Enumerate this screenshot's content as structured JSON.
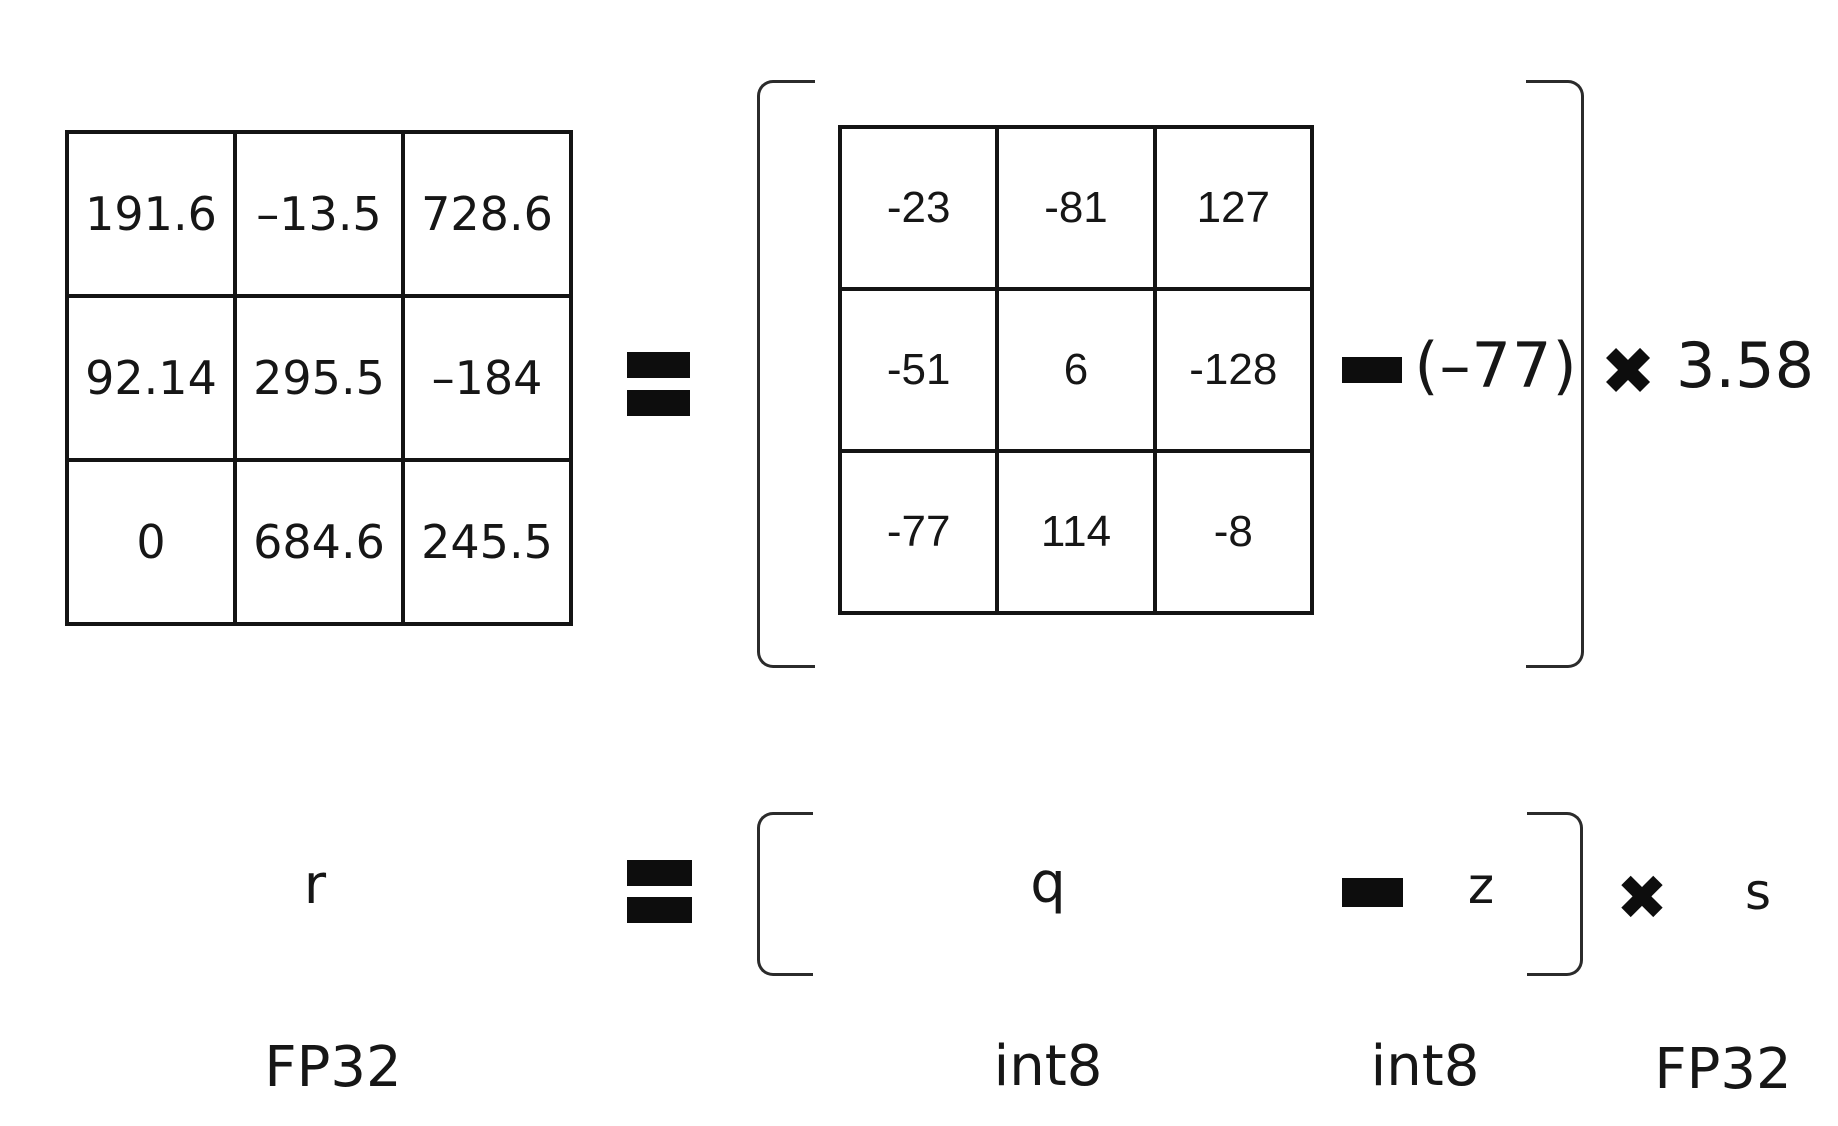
{
  "matrices": {
    "fp32": {
      "rows": [
        [
          "191.6",
          "–13.5",
          "728.6"
        ],
        [
          "92.14",
          "295.5",
          "–184"
        ],
        [
          "0",
          "684.6",
          "245.5"
        ]
      ]
    },
    "int8": {
      "rows": [
        [
          "-23",
          "-81",
          "127"
        ],
        [
          "-51",
          "6",
          "-128"
        ],
        [
          "-77",
          "114",
          "-8"
        ]
      ]
    }
  },
  "operators": {
    "zero_point": "(–77)",
    "scale": "3.58",
    "times_glyph": "✖"
  },
  "symbols": {
    "r": "r",
    "q": "q",
    "z": "z",
    "s": "s"
  },
  "dtype_labels": {
    "r": "FP32",
    "q": "int8",
    "z": "int8",
    "s": "FP32"
  },
  "colors": {
    "ink": "#161616",
    "bold_symbol": "#0d0d0d",
    "background": "#ffffff"
  }
}
